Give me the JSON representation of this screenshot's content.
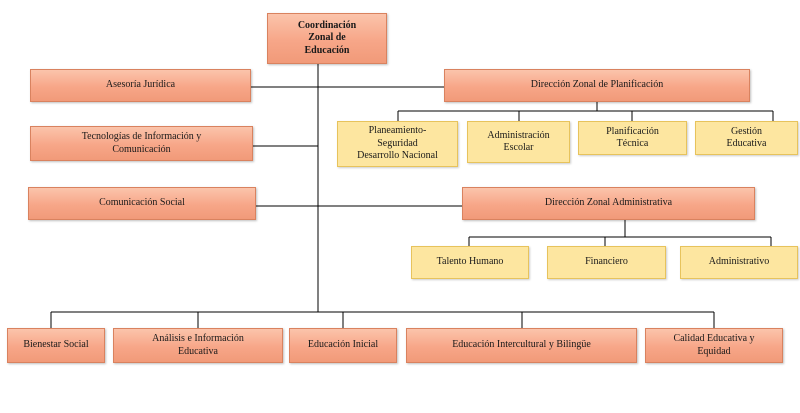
{
  "colors": {
    "primary_box": "#f7a688",
    "secondary_box": "#fde6a0",
    "line": "#000000"
  },
  "boxes": {
    "top": "Coordinación\nZonal de\nEducación",
    "asesoria": "Asesoría Jurídica",
    "tecnologias": "Tecnologías de Información y\nComunicación",
    "comunicacion": "Comunicación Social",
    "planificacion": "Dirección Zonal de Planificación",
    "planeamiento": "Planeamiento-\nSeguridad\nDesarrollo Nacional",
    "admin_escolar": "Administración\nEscolar",
    "planif_tecnica": "Planificación\nTécnica",
    "gestion": "Gestión\nEducativa",
    "administrativa": "Dirección Zonal Administrativa",
    "talento": "Talento Humano",
    "financiero": "Financiero",
    "administrativo": "Administrativo",
    "bienestar": "Bienestar Social",
    "analisis": "Análisis e Información\nEducativa",
    "inicial": "Educación Inicial",
    "intercultural": "Educación Intercultural y Bilingüe",
    "calidad": "Calidad Educativa y\nEquidad"
  }
}
